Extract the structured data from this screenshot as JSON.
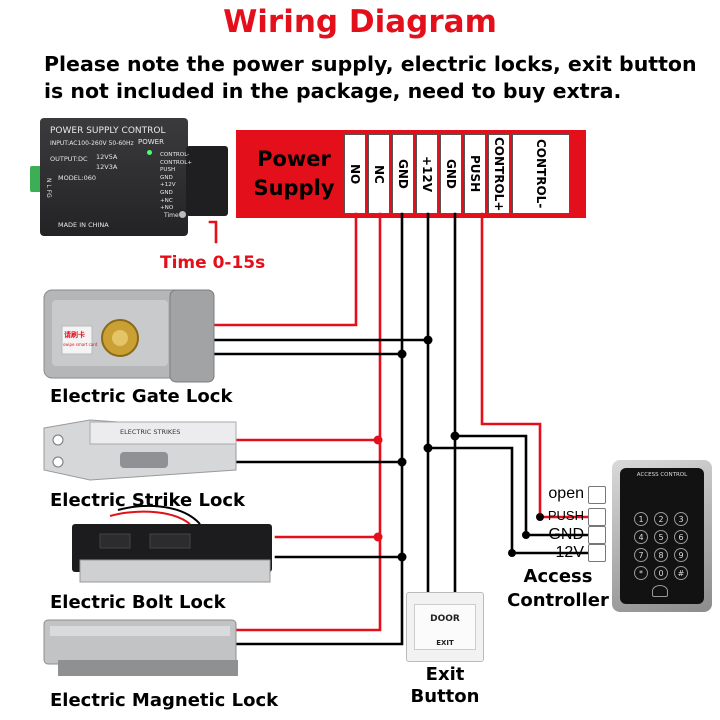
{
  "title": "Wiring Diagram",
  "note_lines": [
    "Please note the power supply, electric locks, exit button",
    "is not included in the package, need to buy extra."
  ],
  "power_supply_device": {
    "header": "POWER SUPPLY CONTROL",
    "power_label": "POWER",
    "input_text": "INPUT:AC100-260V 50-60Hz",
    "output_label": "OUTPUT:DC",
    "output_options": [
      "12V5A",
      "12V3A"
    ],
    "model": "MODEL:060",
    "made_in": "MADE IN CHINA",
    "terminal_labels": [
      "CONTROL-",
      "CONTROL+",
      "PUSH",
      "GND",
      "+12V",
      "GND",
      "+NC",
      "+NO"
    ],
    "time_label": "Time",
    "side_label": "N L FG"
  },
  "time_annotation": "Time 0-15s",
  "terminal_strip": {
    "label": "Power Supply",
    "terminals": [
      "NO",
      "NC",
      "GND",
      "+12V",
      "GND",
      "PUSH",
      "CONTROL+",
      "CONTROL-"
    ]
  },
  "locks": [
    {
      "name": "Electric Gate Lock",
      "card_text": "请刷卡",
      "card_sub": "swipe smart card"
    },
    {
      "name": "Electric Strike Lock",
      "device_text": "ELECTRIC STRIKES"
    },
    {
      "name": "Electric Bolt Lock"
    },
    {
      "name": "Electric Magnetic Lock"
    }
  ],
  "exit_button": {
    "label_lines": [
      "Exit",
      "Button"
    ],
    "plate_text": [
      "DOOR",
      "EXIT"
    ]
  },
  "access_controller": {
    "label_lines": [
      "Access",
      "Controller"
    ],
    "terminals": [
      "open",
      "PUSH",
      "GND",
      "12V"
    ],
    "keypad_header": "ACCESS CONTROL",
    "keys": [
      "1",
      "2",
      "3",
      "4",
      "5",
      "6",
      "7",
      "8",
      "9",
      "*",
      "0",
      "#"
    ]
  },
  "colors": {
    "title_red": "#e3101b",
    "wire_red": "#e3101b",
    "wire_black": "#000000",
    "terminal_strip": "#e3101b"
  }
}
